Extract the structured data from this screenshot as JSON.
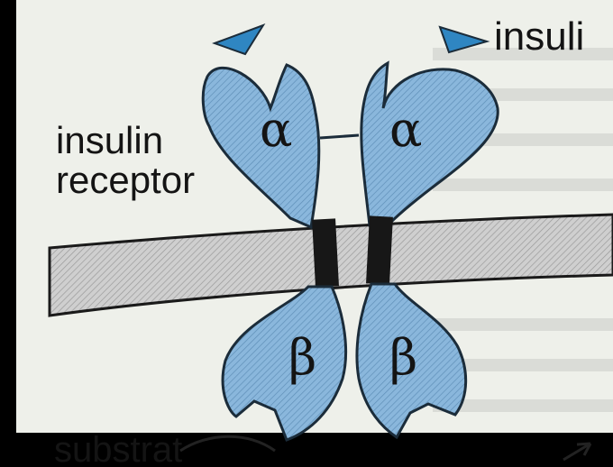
{
  "labels": {
    "insulin_top": "insuli",
    "receptor_line1": "insulin",
    "receptor_line2": "receptor",
    "alpha_left": "α",
    "alpha_right": "α",
    "beta_left": "β",
    "beta_right": "β",
    "substrate_partial": "substrat"
  },
  "colors": {
    "subunit_fill": "#8ab7dc",
    "subunit_stroke": "#1b2c3a",
    "membrane_fill": "#cfcfcf",
    "insulin_triangle": "#2f86c2",
    "page_bg": "#eef0ea",
    "frame": "#000000",
    "transmembrane": "#171717"
  }
}
